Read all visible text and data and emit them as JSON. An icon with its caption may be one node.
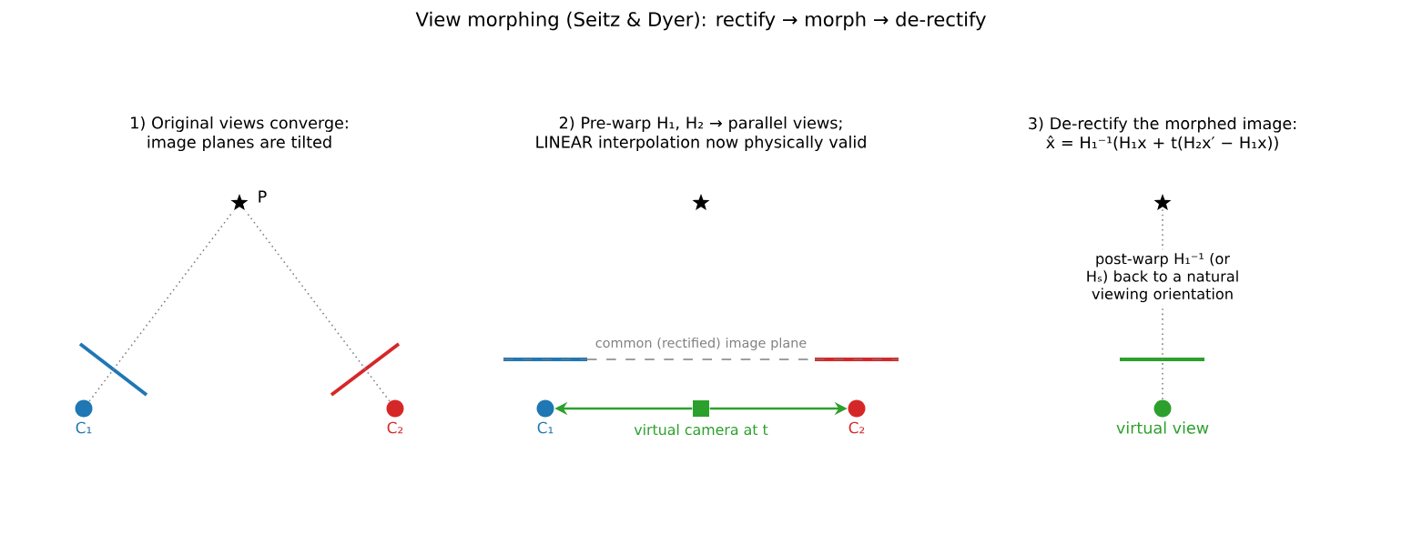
{
  "diagram": {
    "title": "View morphing (Seitz & Dyer): rectify → morph → de-rectify",
    "nodes": [
      {
        "text": [],
        "shape": "star",
        "beside": [
          "P"
        ]
      },
      {
        "text": [],
        "shape": "circle",
        "beside": [
          "C₁"
        ]
      },
      {
        "text": [],
        "shape": "circle",
        "beside": [
          "C₂"
        ]
      },
      {
        "text": [],
        "shape": "star"
      },
      {
        "text": [],
        "shape": "circle",
        "beside": [
          "C₁"
        ]
      },
      {
        "text": [],
        "shape": "circle",
        "beside": [
          "C₂"
        ]
      },
      {
        "text": [],
        "shape": "box",
        "beside": [
          "virtual camera at t"
        ]
      },
      {
        "text": [],
        "shape": "star"
      },
      {
        "text": [],
        "shape": "circle",
        "beside": [
          "virtual view"
        ]
      }
    ],
    "edges": [
      {
        "from": 1,
        "to": 0,
        "arrow": "none",
        "style": "dashed"
      },
      {
        "from": 2,
        "to": 0,
        "arrow": "none",
        "style": "dashed"
      },
      {
        "from": 6,
        "to": 4,
        "arrow": "to",
        "color": "#2ca02c"
      },
      {
        "from": 6,
        "to": 5,
        "arrow": "to",
        "color": "#2ca02c"
      },
      {
        "from": 8,
        "to": 7,
        "arrow": "none",
        "style": "dashed"
      }
    ],
    "labels": [
      "1) Original views converge: image planes are tilted",
      "2) Pre-warp H₁, H₂ → parallel views; LINEAR interpolation now physically valid",
      "3) De-rectify the morphed image: x̂ = H₁⁻¹(H₁x + t(H₂x′ − H₁x))",
      "common (rectified) image plane",
      "post-warp H₁⁻¹ (or Hₛ) back to a natural viewing orientation"
    ]
  }
}
